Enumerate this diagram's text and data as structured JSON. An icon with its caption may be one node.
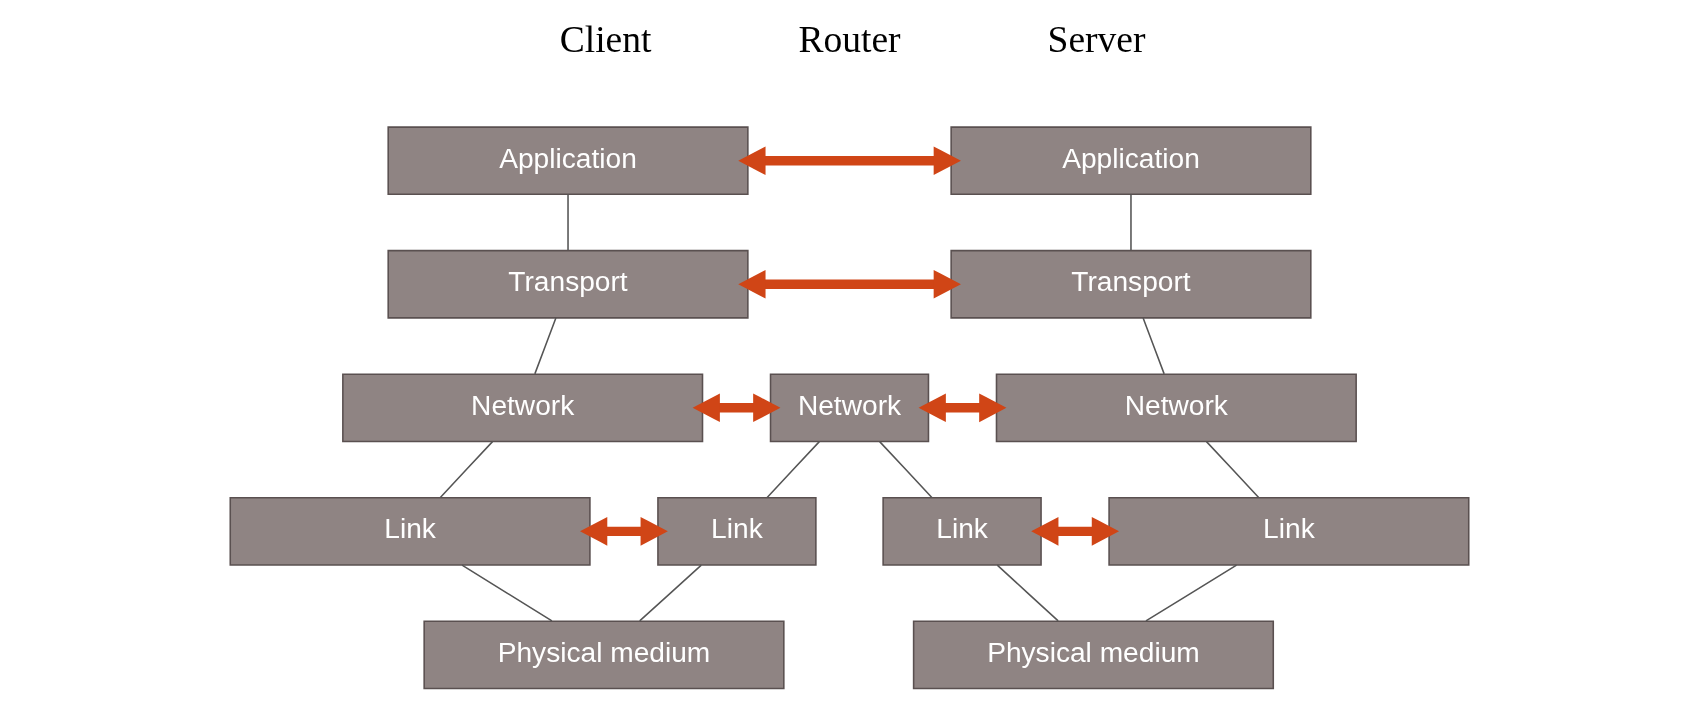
{
  "diagram": {
    "nodes": [
      {
        "text": [
          "Application"
        ]
      },
      {
        "text": [
          "Transport"
        ]
      },
      {
        "text": [
          "Network"
        ]
      },
      {
        "text": [
          "Link"
        ]
      },
      {
        "text": [
          "Network"
        ]
      },
      {
        "text": [
          "Link"
        ]
      },
      {
        "text": [
          "Link"
        ]
      },
      {
        "text": [
          "Application"
        ]
      },
      {
        "text": [
          "Transport"
        ]
      },
      {
        "text": [
          "Network"
        ]
      },
      {
        "text": [
          "Link"
        ]
      },
      {
        "text": [
          "Physical medium"
        ]
      },
      {
        "text": [
          "Physical medium"
        ]
      }
    ],
    "edges": [
      {
        "from": 0,
        "to": 7,
        "arrow": "both",
        "style": "thick",
        "color": "#d04516"
      },
      {
        "from": 1,
        "to": 8,
        "arrow": "both",
        "style": "thick",
        "color": "#d04516"
      },
      {
        "from": 2,
        "to": 4,
        "arrow": "both",
        "style": "thick",
        "color": "#d04516"
      },
      {
        "from": 4,
        "to": 9,
        "arrow": "both",
        "style": "thick",
        "color": "#d04516"
      },
      {
        "from": 3,
        "to": 5,
        "arrow": "both",
        "style": "thick",
        "color": "#d04516"
      },
      {
        "from": 6,
        "to": 10,
        "arrow": "both",
        "style": "thick",
        "color": "#d04516"
      },
      {
        "from": 0,
        "to": 1,
        "arrow": "none"
      },
      {
        "from": 1,
        "to": 2,
        "arrow": "none"
      },
      {
        "from": 2,
        "to": 3,
        "arrow": "none"
      },
      {
        "from": 7,
        "to": 8,
        "arrow": "none"
      },
      {
        "from": 8,
        "to": 9,
        "arrow": "none"
      },
      {
        "from": 9,
        "to": 10,
        "arrow": "none"
      },
      {
        "from": 4,
        "to": 5,
        "arrow": "none"
      },
      {
        "from": 4,
        "to": 6,
        "arrow": "none"
      },
      {
        "from": 3,
        "to": 11,
        "arrow": "none"
      },
      {
        "from": 5,
        "to": 11,
        "arrow": "none"
      },
      {
        "from": 6,
        "to": 12,
        "arrow": "none"
      },
      {
        "from": 10,
        "to": 12,
        "arrow": "none"
      }
    ],
    "labels": [
      "Client",
      "Router",
      "Server"
    ]
  }
}
